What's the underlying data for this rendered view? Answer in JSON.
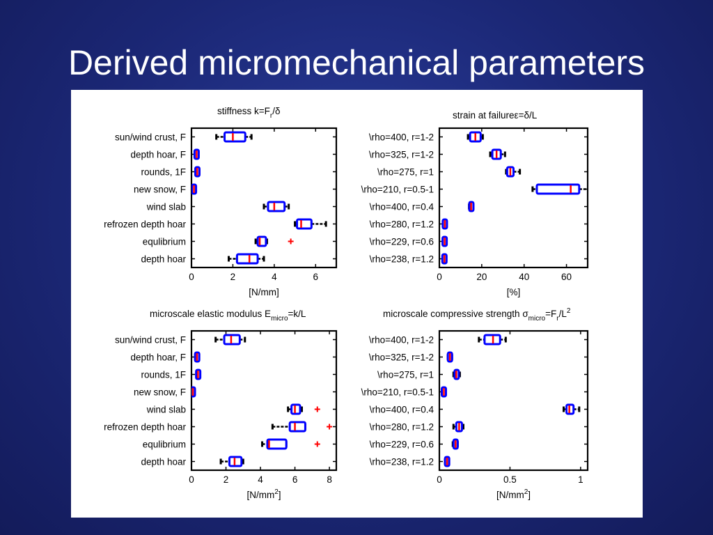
{
  "slide": {
    "title": "Derived micromechanical parameters"
  },
  "colors": {
    "box": "#0000ff",
    "median": "#ff0000",
    "outlier": "#ff0000",
    "whisker": "#000000",
    "background": "#1b2775"
  },
  "chart_data": [
    {
      "type": "boxplot",
      "title": "stiffness k=F",
      "title_sub": "r",
      "title_tail": "/δ",
      "xlabel": "[N/mm]",
      "xlim": [
        0,
        7
      ],
      "xticks": [
        0,
        2,
        4,
        6
      ],
      "xticklabels": [
        "0",
        "2",
        "4",
        "6"
      ],
      "categories": [
        "sun/wind crust, F",
        "depth hoar, F",
        "rounds, 1F",
        "new snow, F",
        "wind slab",
        "refrozen depth hoar",
        "equlibrium",
        "depth hoar"
      ],
      "boxes": [
        {
          "whisker_low": 1.2,
          "q1": 1.6,
          "median": 2.0,
          "q3": 2.6,
          "whisker_high": 2.9,
          "outliers": []
        },
        {
          "whisker_low": 0.18,
          "q1": 0.2,
          "median": 0.25,
          "q3": 0.3,
          "whisker_high": 0.32,
          "outliers": []
        },
        {
          "whisker_low": 0.2,
          "q1": 0.22,
          "median": 0.28,
          "q3": 0.35,
          "whisker_high": 0.38,
          "outliers": []
        },
        {
          "whisker_low": 0.08,
          "q1": 0.1,
          "median": 0.12,
          "q3": 0.14,
          "whisker_high": 0.15,
          "outliers": []
        },
        {
          "whisker_low": 3.5,
          "q1": 3.7,
          "median": 4.0,
          "q3": 4.5,
          "whisker_high": 4.7,
          "outliers": []
        },
        {
          "whisker_low": 5.0,
          "q1": 5.1,
          "median": 5.3,
          "q3": 5.8,
          "whisker_high": 6.5,
          "outliers": []
        },
        {
          "whisker_low": 3.1,
          "q1": 3.2,
          "median": 3.3,
          "q3": 3.6,
          "whisker_high": 3.65,
          "outliers": [
            4.8
          ]
        },
        {
          "whisker_low": 1.8,
          "q1": 2.2,
          "median": 2.8,
          "q3": 3.2,
          "whisker_high": 3.5,
          "outliers": []
        }
      ]
    },
    {
      "type": "boxplot",
      "title": "strain at failure",
      "title_tail": "ε=δ/L",
      "xlabel": "[%]",
      "xlim": [
        0,
        70
      ],
      "xticks": [
        0,
        20,
        40,
        60
      ],
      "xticklabels": [
        "0",
        "20",
        "40",
        "60"
      ],
      "categories": [
        "\\rho=400, r=1-2",
        "\\rho=325, r=1-2",
        "\\rho=275, r=1",
        "\\rho=210, r=0.5-1",
        "\\rho=400, r=0.4",
        "\\rho=280, r=1.2",
        "\\rho=229, r=0.6",
        "\\rho=238, r=1.2"
      ],
      "boxes": [
        {
          "whisker_low": 13.5,
          "q1": 14.5,
          "median": 17,
          "q3": 19.5,
          "whisker_high": 20.5,
          "outliers": []
        },
        {
          "whisker_low": 24,
          "q1": 25,
          "median": 27,
          "q3": 29,
          "whisker_high": 31,
          "outliers": []
        },
        {
          "whisker_low": 31.5,
          "q1": 32,
          "median": 33.5,
          "q3": 35,
          "whisker_high": 38,
          "outliers": []
        },
        {
          "whisker_low": 44,
          "q1": 46,
          "median": 62,
          "q3": 66,
          "whisker_high": 71,
          "outliers": []
        },
        {
          "whisker_low": 14,
          "q1": 14.5,
          "median": 15,
          "q3": 15.7,
          "whisker_high": 16,
          "outliers": []
        },
        {
          "whisker_low": 2.1,
          "q1": 2.3,
          "median": 2.6,
          "q3": 2.9,
          "whisker_high": 3.1,
          "outliers": []
        },
        {
          "whisker_low": 2.0,
          "q1": 2.2,
          "median": 2.5,
          "q3": 2.8,
          "whisker_high": 3.0,
          "outliers": []
        },
        {
          "whisker_low": 1.9,
          "q1": 2.1,
          "median": 2.4,
          "q3": 2.7,
          "whisker_high": 2.9,
          "outliers": []
        }
      ]
    },
    {
      "type": "boxplot",
      "title": "microscale elastic modulus E",
      "title_sub": "micro",
      "title_tail": "=k/L",
      "xlabel": "[N/mm",
      "xlabel_sup": "2",
      "xlabel_tail": "]",
      "xlim": [
        0,
        8.4
      ],
      "xticks": [
        0,
        2,
        4,
        6,
        8
      ],
      "xticklabels": [
        "0",
        "2",
        "4",
        "6",
        "8"
      ],
      "categories": [
        "sun/wind crust, F",
        "depth hoar, F",
        "rounds, 1F",
        "new snow, F",
        "wind slab",
        "refrozen depth hoar",
        "equlibrium",
        "depth hoar"
      ],
      "boxes": [
        {
          "whisker_low": 1.4,
          "q1": 1.9,
          "median": 2.3,
          "q3": 2.8,
          "whisker_high": 3.1,
          "outliers": []
        },
        {
          "whisker_low": 0.25,
          "q1": 0.28,
          "median": 0.32,
          "q3": 0.38,
          "whisker_high": 0.4,
          "outliers": []
        },
        {
          "whisker_low": 0.3,
          "q1": 0.33,
          "median": 0.38,
          "q3": 0.45,
          "whisker_high": 0.48,
          "outliers": []
        },
        {
          "whisker_low": 0.05,
          "q1": 0.06,
          "median": 0.08,
          "q3": 0.1,
          "whisker_high": 0.12,
          "outliers": []
        },
        {
          "whisker_low": 5.6,
          "q1": 5.8,
          "median": 6.0,
          "q3": 6.3,
          "whisker_high": 6.4,
          "outliers": [
            7.3
          ]
        },
        {
          "whisker_low": 4.7,
          "q1": 5.7,
          "median": 6.0,
          "q3": 6.6,
          "whisker_high": 6.6,
          "outliers": [
            8.0
          ]
        },
        {
          "whisker_low": 4.1,
          "q1": 4.4,
          "median": 4.5,
          "q3": 5.5,
          "whisker_high": 5.5,
          "outliers": [
            7.3
          ]
        },
        {
          "whisker_low": 1.7,
          "q1": 2.2,
          "median": 2.5,
          "q3": 2.9,
          "whisker_high": 3.0,
          "outliers": []
        }
      ]
    },
    {
      "type": "boxplot",
      "title": "microscale compressive strength σ",
      "title_sub": "micro",
      "title_tail": "=F",
      "title_sub2": "r",
      "title_tail2": "/L",
      "title_sup": "2",
      "xlabel": "[N/mm",
      "xlabel_sup": "2",
      "xlabel_tail": "]",
      "xlim": [
        0,
        1.05
      ],
      "xticks": [
        0,
        0.5,
        1
      ],
      "xticklabels": [
        "0",
        "0.5",
        "1"
      ],
      "categories": [
        "\\rho=400, r=1-2",
        "\\rho=325, r=1-2",
        "\\rho=275, r=1",
        "\\rho=210, r=0.5-1",
        "\\rho=400, r=0.4",
        "\\rho=280, r=1.2",
        "\\rho=229, r=0.6",
        "\\rho=238, r=1.2"
      ],
      "boxes": [
        {
          "whisker_low": 0.28,
          "q1": 0.32,
          "median": 0.38,
          "q3": 0.43,
          "whisker_high": 0.47,
          "outliers": []
        },
        {
          "whisker_low": 0.06,
          "q1": 0.068,
          "median": 0.075,
          "q3": 0.082,
          "whisker_high": 0.09,
          "outliers": []
        },
        {
          "whisker_low": 0.1,
          "q1": 0.11,
          "median": 0.12,
          "q3": 0.135,
          "whisker_high": 0.145,
          "outliers": []
        },
        {
          "whisker_low": 0.025,
          "q1": 0.028,
          "median": 0.032,
          "q3": 0.036,
          "whisker_high": 0.04,
          "outliers": []
        },
        {
          "whisker_low": 0.88,
          "q1": 0.9,
          "median": 0.92,
          "q3": 0.95,
          "whisker_high": 0.99,
          "outliers": []
        },
        {
          "whisker_low": 0.1,
          "q1": 0.12,
          "median": 0.14,
          "q3": 0.16,
          "whisker_high": 0.17,
          "outliers": []
        },
        {
          "whisker_low": 0.095,
          "q1": 0.105,
          "median": 0.115,
          "q3": 0.125,
          "whisker_high": 0.13,
          "outliers": []
        },
        {
          "whisker_low": 0.04,
          "q1": 0.048,
          "median": 0.055,
          "q3": 0.062,
          "whisker_high": 0.068,
          "outliers": []
        }
      ]
    }
  ]
}
